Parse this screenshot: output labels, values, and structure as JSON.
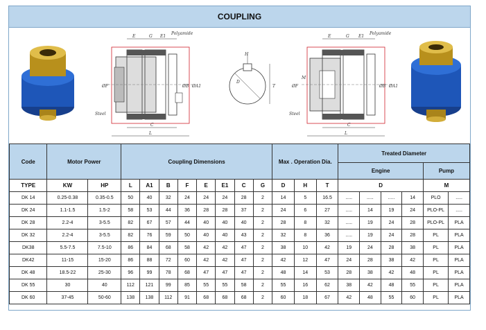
{
  "title": "COUPLING",
  "drawing_labels": {
    "left": {
      "E": "E",
      "G": "G",
      "E1": "E1",
      "polyamide": "Polyamide",
      "steel": "Steel",
      "phiF": "ØF",
      "phiB": "ØB",
      "phiA1": "ØA1",
      "C": "C",
      "L": "L"
    },
    "middle": {
      "H": "H",
      "D": "D",
      "T": "T"
    },
    "right": {
      "E": "E",
      "G": "G",
      "E1": "E1",
      "polyamide": "Polyamide",
      "steel": "Steel",
      "phiF": "ØF",
      "M": "M",
      "phiB": "ØB",
      "phiA1": "ØA1",
      "C": "C",
      "L": "L"
    }
  },
  "colors": {
    "header_bg": "#bcd6ec",
    "coupling_blue": "#1e56b8",
    "brass": "#c9a227",
    "section_red": "#d0202a"
  },
  "table": {
    "head": {
      "code": "Code",
      "motor_power": "Motor Power",
      "coupling_dimensions": "Coupling Dimensions",
      "max_operation_dia": "Max . Operation Dia.",
      "treated_diameter": "Treated Diameter",
      "engine": "Engine",
      "pump": "Pump"
    },
    "sub": {
      "type": "TYPE",
      "kw": "KW",
      "hp": "HP",
      "L": "L",
      "A1": "A1",
      "B": "B",
      "F": "F",
      "E": "E",
      "E1": "E1",
      "C": "C",
      "G": "G",
      "D": "D",
      "H": "H",
      "T": "T",
      "engine_d": "D",
      "pump_m": "M"
    },
    "rows": [
      {
        "type": "DK 14",
        "kw": "0.25-0.38",
        "hp": "0.35-0.5",
        "L": "50",
        "A1": "40",
        "B": "32",
        "F": "24",
        "E": "24",
        "E1": "24",
        "C": "28",
        "G": "2",
        "D": "14",
        "H": "5",
        "T": "16.5",
        "e1": ".....",
        "e2": ".....",
        "e3": ".....",
        "e4": "14",
        "p1": "PLO",
        "p2": "....."
      },
      {
        "type": "DK 24",
        "kw": "1.1-1.5",
        "hp": "1.5-2",
        "L": "58",
        "A1": "53",
        "B": "44",
        "F": "36",
        "E": "28",
        "E1": "28",
        "C": "37",
        "G": "2",
        "D": "24",
        "H": "6",
        "T": "27",
        "e1": ".....",
        "e2": "14",
        "e3": "19",
        "e4": "24",
        "p1": "PLO-PL",
        "p2": "....."
      },
      {
        "type": "DK 28",
        "kw": "2.2-4",
        "hp": "3-5.5",
        "L": "82",
        "A1": "67",
        "B": "57",
        "F": "44",
        "E": "40",
        "E1": "40",
        "C": "40",
        "G": "2",
        "D": "28",
        "H": "8",
        "T": "32",
        "e1": ".....",
        "e2": "19",
        "e3": "24",
        "e4": "28",
        "p1": "PLO-PL",
        "p2": "PLA"
      },
      {
        "type": "DK 32",
        "kw": "2.2-4",
        "hp": "3-5.5",
        "L": "82",
        "A1": "76",
        "B": "59",
        "F": "50",
        "E": "40",
        "E1": "40",
        "C": "43",
        "G": "2",
        "D": "32",
        "H": "8",
        "T": "36",
        "e1": ".....",
        "e2": "19",
        "e3": "24",
        "e4": "28",
        "p1": "PL",
        "p2": "PLA"
      },
      {
        "type": "DK38",
        "kw": "5.5-7.5",
        "hp": "7.5-10",
        "L": "86",
        "A1": "84",
        "B": "68",
        "F": "58",
        "E": "42",
        "E1": "42",
        "C": "47",
        "G": "2",
        "D": "38",
        "H": "10",
        "T": "42",
        "e1": "19",
        "e2": "24",
        "e3": "28",
        "e4": "38",
        "p1": "PL",
        "p2": "PLA"
      },
      {
        "type": "DK42",
        "kw": "11-15",
        "hp": "15-20",
        "L": "86",
        "A1": "88",
        "B": "72",
        "F": "60",
        "E": "42",
        "E1": "42",
        "C": "47",
        "G": "2",
        "D": "42",
        "H": "12",
        "T": "47",
        "e1": "24",
        "e2": "28",
        "e3": "38",
        "e4": "42",
        "p1": "PL",
        "p2": "PLA"
      },
      {
        "type": "DK 48",
        "kw": "18.5-22",
        "hp": "25-30",
        "L": "96",
        "A1": "99",
        "B": "78",
        "F": "68",
        "E": "47",
        "E1": "47",
        "C": "47",
        "G": "2",
        "D": "48",
        "H": "14",
        "T": "53",
        "e1": "28",
        "e2": "38",
        "e3": "42",
        "e4": "48",
        "p1": "PL",
        "p2": "PLA"
      },
      {
        "type": "DK 55",
        "kw": "30",
        "hp": "40",
        "L": "112",
        "A1": "121",
        "B": "99",
        "F": "85",
        "E": "55",
        "E1": "55",
        "C": "58",
        "G": "2",
        "D": "55",
        "H": "16",
        "T": "62",
        "e1": "38",
        "e2": "42",
        "e3": "48",
        "e4": "55",
        "p1": "PL",
        "p2": "PLA"
      },
      {
        "type": "DK 60",
        "kw": "37-45",
        "hp": "50-60",
        "L": "138",
        "A1": "138",
        "B": "112",
        "F": "91",
        "E": "68",
        "E1": "68",
        "C": "68",
        "G": "2",
        "D": "60",
        "H": "18",
        "T": "67",
        "e1": "42",
        "e2": "48",
        "e3": "55",
        "e4": "60",
        "p1": "PL",
        "p2": "PLA"
      }
    ]
  }
}
